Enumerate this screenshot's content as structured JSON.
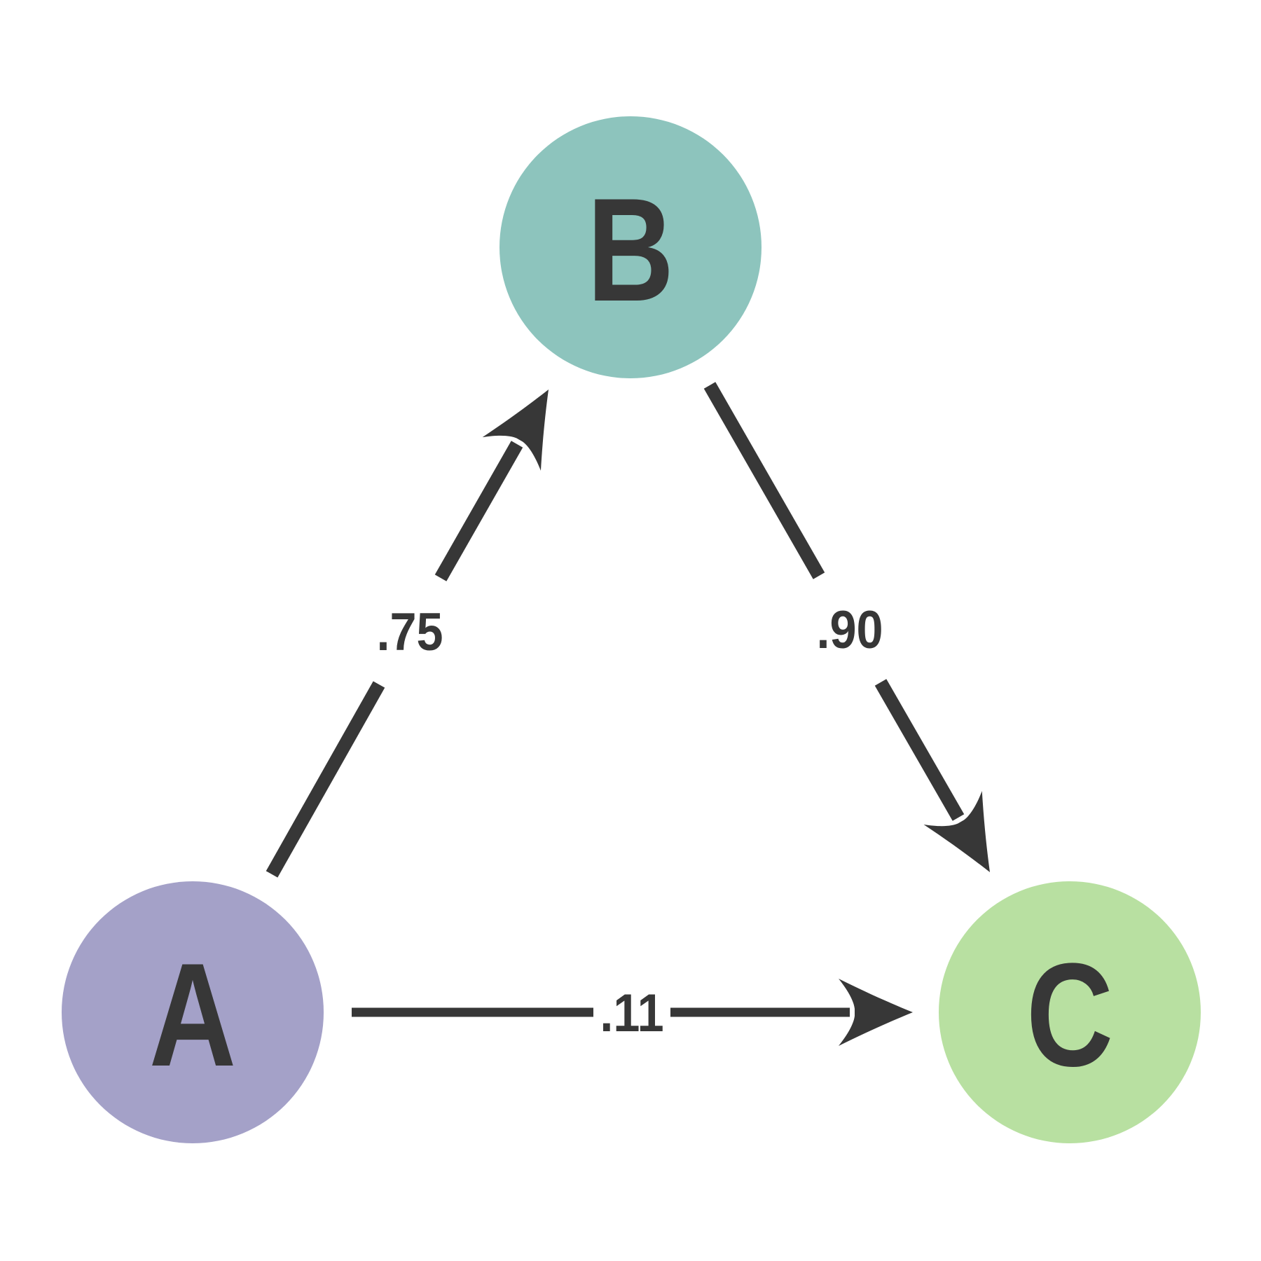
{
  "diagram": {
    "type": "directed-graph",
    "background_color": "#ffffff",
    "ink_color": "#373737",
    "nodes": [
      {
        "id": "A",
        "label": "A",
        "fill": "#a4a1c8"
      },
      {
        "id": "B",
        "label": "B",
        "fill": "#8dc4bd"
      },
      {
        "id": "C",
        "label": "C",
        "fill": "#b8e0a1"
      }
    ],
    "edges": [
      {
        "from": "A",
        "to": "B",
        "label": ".75",
        "stroke_width": 19
      },
      {
        "from": "B",
        "to": "C",
        "label": ".90",
        "stroke_width": 19
      },
      {
        "from": "A",
        "to": "C",
        "label": ".11",
        "stroke_width": 13
      }
    ]
  }
}
